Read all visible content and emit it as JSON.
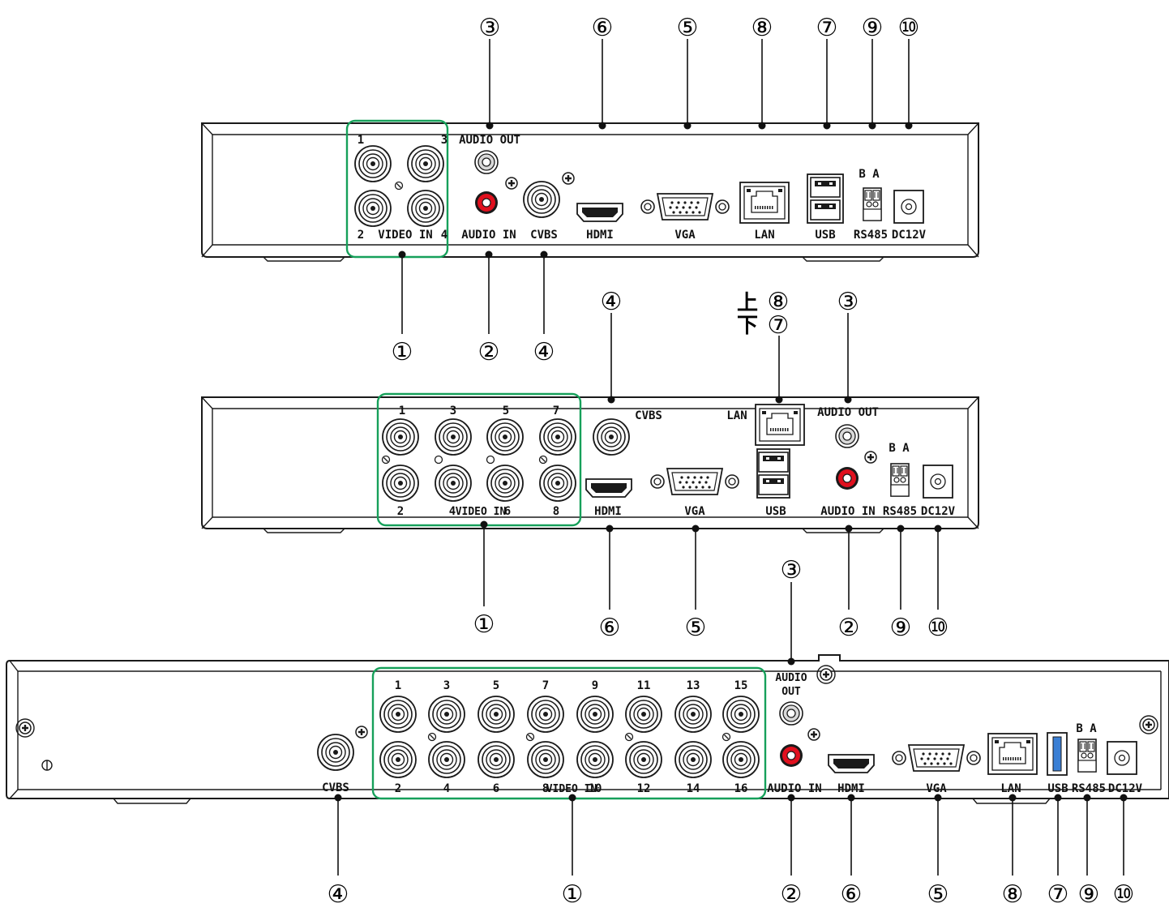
{
  "callouts": {
    "c1": "①",
    "c2": "②",
    "c3": "③",
    "c4": "④",
    "c5": "⑤",
    "c6": "⑥",
    "c7": "⑦",
    "c8": "⑧",
    "c9": "⑨",
    "c10": "⑩"
  },
  "stack_note": {
    "upper": "上",
    "lower": "下"
  },
  "ports": {
    "video_in": "VIDEO IN",
    "video_in_compact": "VIDEO IN",
    "audio_out": "AUDIO OUT",
    "audio_out_line1": "AUDIO",
    "audio_out_line2": "OUT",
    "audio_in": "AUDIO IN",
    "cvbs": "CVBS",
    "hdmi": "HDMI",
    "vga": "VGA",
    "lan": "LAN",
    "usb": "USB",
    "rs485": "RS485",
    "rs485_pins": "B A",
    "dc12v": "DC12V"
  },
  "panel_4ch": {
    "channels_top": [
      "1",
      "3"
    ],
    "channels_bottom": [
      "2",
      "4"
    ]
  },
  "panel_8ch": {
    "channels_top": [
      "1",
      "3",
      "5",
      "7"
    ],
    "channels_bottom": [
      "2",
      "4",
      "6",
      "8"
    ]
  },
  "panel_16ch": {
    "channels_top": [
      "1",
      "3",
      "5",
      "7",
      "9",
      "11",
      "13",
      "15"
    ],
    "channels_bottom": [
      "2",
      "4",
      "6",
      "8",
      "10",
      "12",
      "14",
      "16"
    ]
  },
  "colors": {
    "group_outline": "#16a05a",
    "audio_in_jack": "#e0101e",
    "usb3_tab": "#3a7fd5"
  }
}
